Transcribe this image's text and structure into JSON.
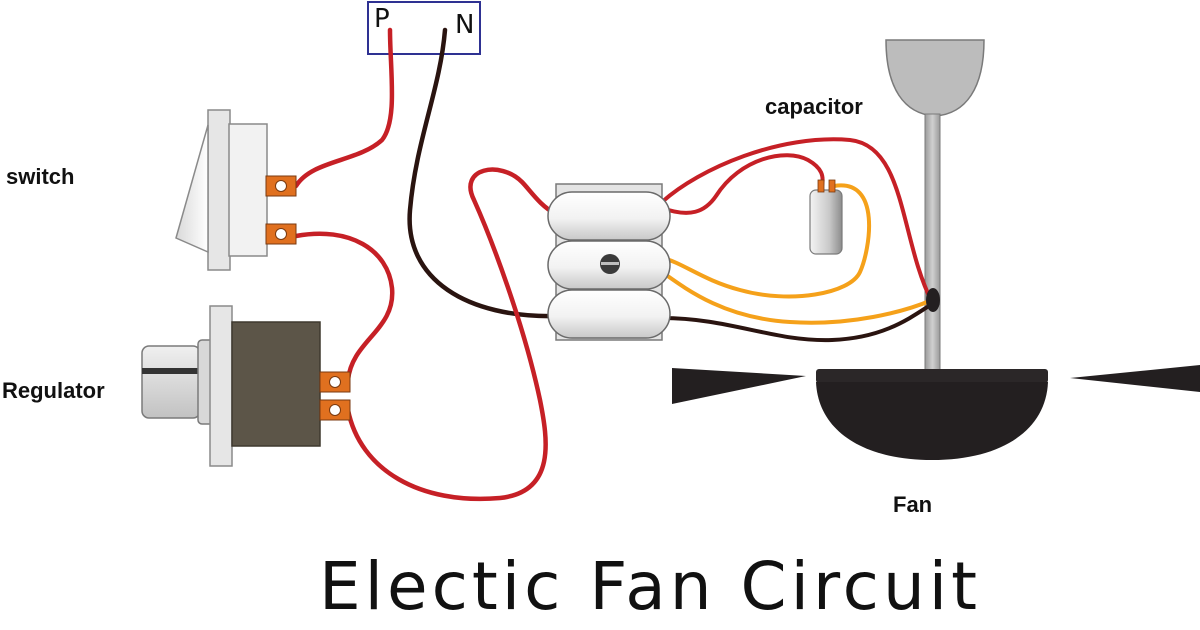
{
  "diagram": {
    "title": "Electic Fan Circuit",
    "labels": {
      "switch": "switch",
      "regulator": "Regulator",
      "capacitor": "capacitor",
      "fan": "Fan"
    },
    "supply": {
      "phase": "P",
      "neutral": "N"
    },
    "colors": {
      "phase_wire": "#c62026",
      "neutral_wire": "#2a1410",
      "capacitor_wire": "#f5a11a",
      "fan_body": "#231f20",
      "regulator_body": "#5c5548",
      "terminal": "#e0701f",
      "supply_box": "#2e3192"
    }
  }
}
